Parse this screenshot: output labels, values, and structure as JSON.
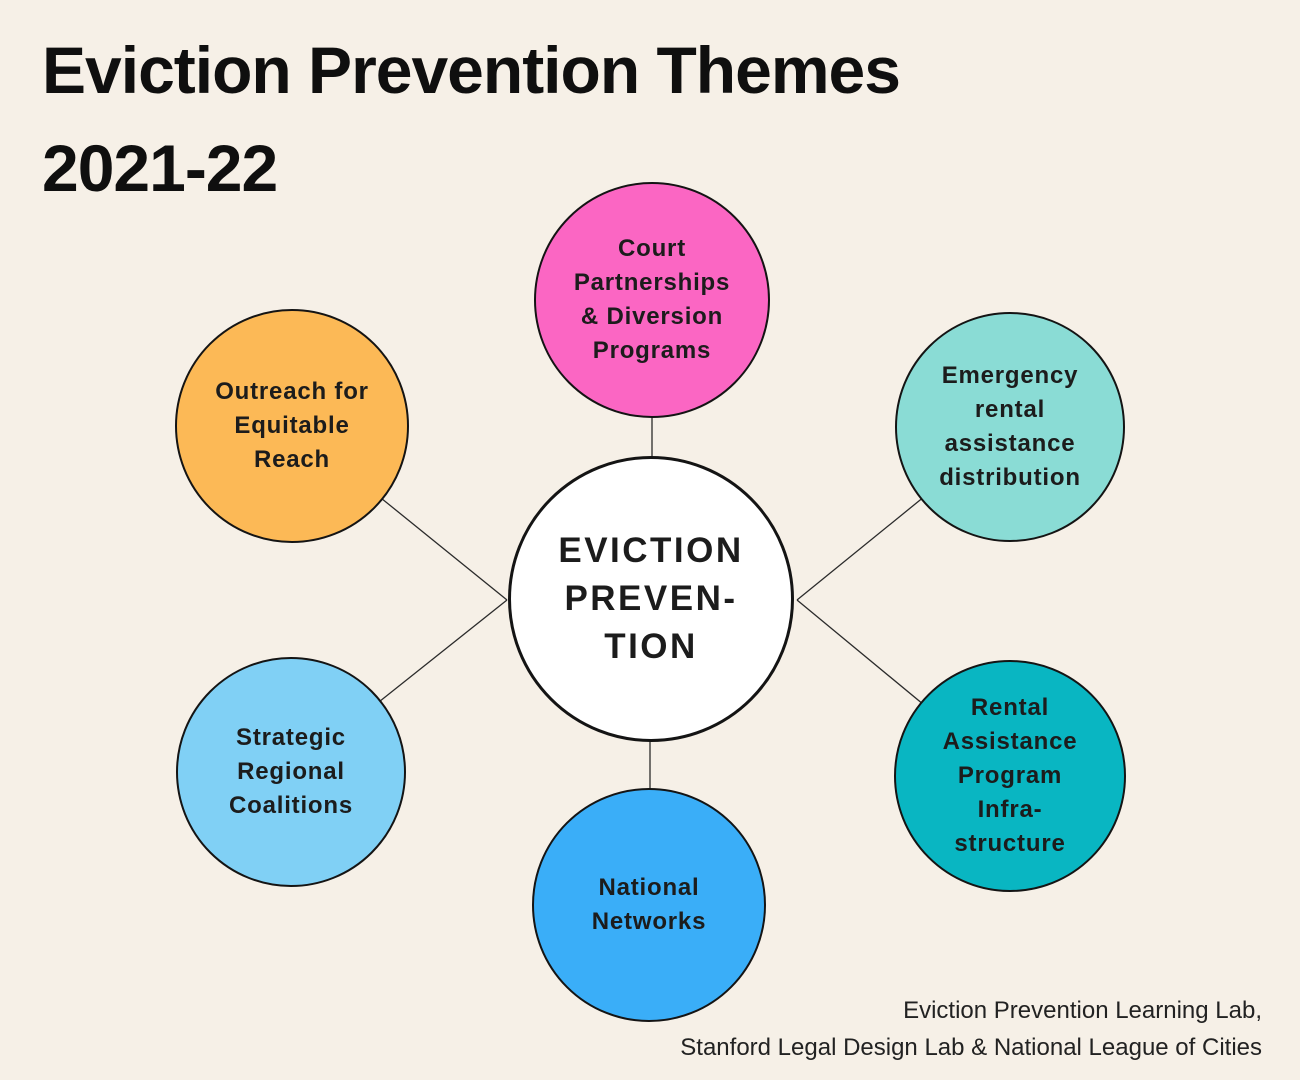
{
  "page": {
    "background": "#f6f0e7",
    "title_line1": "Eviction Prevention Themes",
    "title_line2": "2021-22"
  },
  "diagram": {
    "center": {
      "label": "EVICTION\nPREVEN-\nTION",
      "fill": "#ffffff",
      "border": "#141414"
    },
    "nodes": [
      {
        "id": "court-partnerships",
        "position": "top",
        "label": "Court\nPartnerships\n& Diversion\nPrograms",
        "fill": "#fb66c3"
      },
      {
        "id": "emergency-rental-assistance",
        "position": "top-right",
        "label": "Emergency\nrental\nassistance\ndistribution",
        "fill": "#8adcd5"
      },
      {
        "id": "rental-assistance-infrastructure",
        "position": "bottom-right",
        "label": "Rental\nAssistance\nProgram\nInfra-\nstructure",
        "fill": "#09b6c2"
      },
      {
        "id": "national-networks",
        "position": "bottom",
        "label": "National\nNetworks",
        "fill": "#3aaef8"
      },
      {
        "id": "strategic-regional-coalitions",
        "position": "bottom-left",
        "label": "Strategic\nRegional\nCoalitions",
        "fill": "#80d0f5"
      },
      {
        "id": "outreach-equitable-reach",
        "position": "top-left",
        "label": "Outreach for\nEquitable\nReach",
        "fill": "#fcb956"
      }
    ],
    "connector_color": "#2b2b2b"
  },
  "footer": {
    "line1": "Eviction Prevention Learning Lab,",
    "line2": "Stanford Legal Design Lab & National League of Cities"
  }
}
